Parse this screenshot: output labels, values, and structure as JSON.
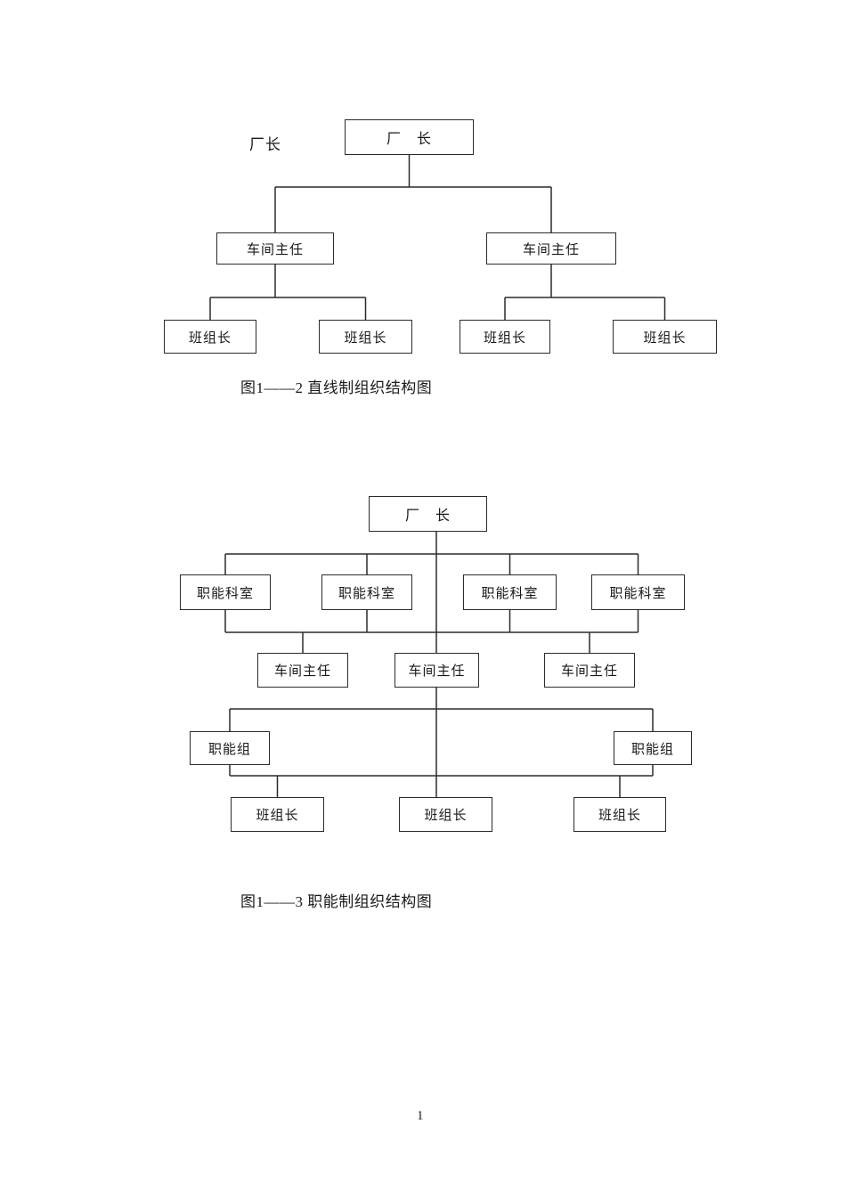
{
  "page": {
    "background": "#ffffff",
    "line_color": "#2b2b2b",
    "page_number": "1"
  },
  "diagram1": {
    "floating_label": "厂长",
    "root": "厂　长",
    "workshop_directors": [
      "车间主任",
      "车间主任"
    ],
    "team_leaders": [
      "班组长",
      "班组长",
      "班组长",
      "班组长"
    ],
    "caption": "图1——2 直线制组织结构图"
  },
  "diagram2": {
    "root": "厂　长",
    "functional_offices": [
      "职能科室",
      "职能科室",
      "职能科室",
      "职能科室"
    ],
    "workshop_directors": [
      "车间主任",
      "车间主任",
      "车间主任"
    ],
    "functional_groups": [
      "职能组",
      "职能组"
    ],
    "team_leaders": [
      "班组长",
      "班组长",
      "班组长"
    ],
    "caption": "图1——3 职能制组织结构图"
  }
}
